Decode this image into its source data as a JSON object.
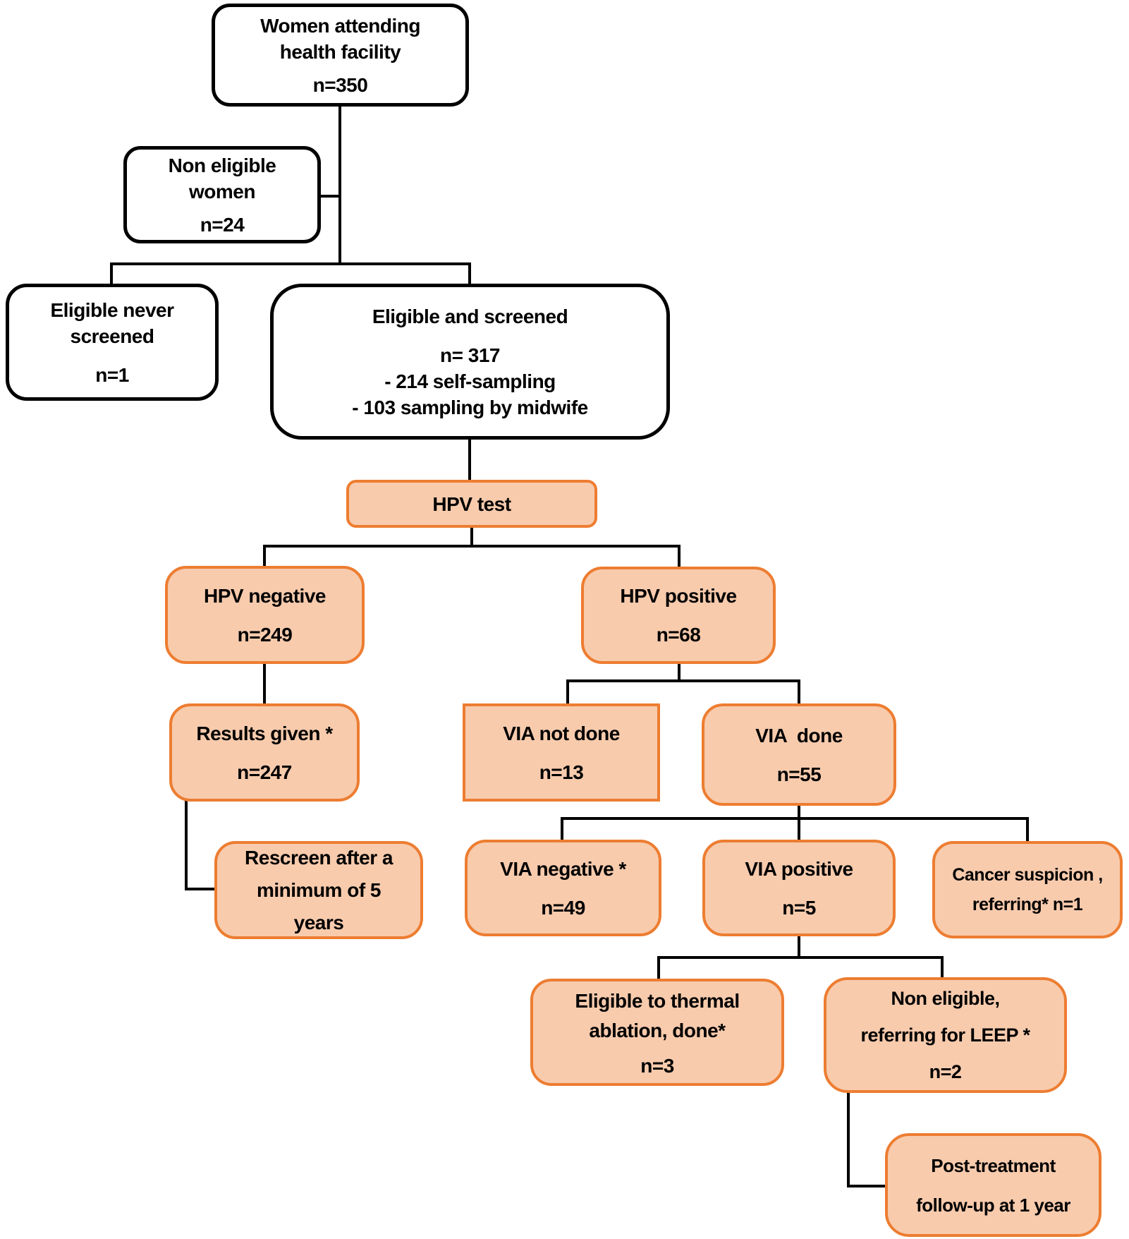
{
  "palette": {
    "node_fill": "#F8CBAD",
    "node_border": "#ED7D31",
    "plain_border": "#000000",
    "connector": "#000000",
    "background": "#FFFFFF",
    "text": "#000000"
  },
  "nodes": {
    "women": {
      "title_lines": [
        "Women attending",
        "health facility"
      ],
      "count": "n=350"
    },
    "non_eligible": {
      "title_lines": [
        "Non eligible",
        "women"
      ],
      "count": "n=24"
    },
    "eligible_never": {
      "title_lines": [
        "Eligible never",
        "screened"
      ],
      "count": "n=1"
    },
    "eligible_screened": {
      "title_lines": [
        "Eligible and screened"
      ],
      "count": "n= 317",
      "details": [
        "- 214 self-sampling",
        "- 103 sampling by midwife"
      ]
    },
    "hpv_test": {
      "title_lines": [
        "HPV test"
      ]
    },
    "hpv_negative": {
      "title_lines": [
        "HPV negative"
      ],
      "count": "n=249"
    },
    "hpv_positive": {
      "title_lines": [
        "HPV positive"
      ],
      "count": "n=68"
    },
    "results_given": {
      "title_lines": [
        "Results given *"
      ],
      "count": "n=247"
    },
    "via_not_done": {
      "title_lines": [
        "VIA not done"
      ],
      "count": "n=13"
    },
    "via_done": {
      "title_lines": [
        "VIA  done"
      ],
      "count": "n=55"
    },
    "rescreen": {
      "title_lines": [
        "Rescreen after a",
        "minimum of 5",
        "years"
      ]
    },
    "via_negative": {
      "title_lines": [
        "VIA negative *"
      ],
      "count": "n=49"
    },
    "via_positive": {
      "title_lines": [
        "VIA positive"
      ],
      "count": "n=5"
    },
    "cancer_suspicion": {
      "title_lines": [
        "Cancer suspicion ,",
        "referring* n=1"
      ]
    },
    "thermal_ablation": {
      "title_lines": [
        "Eligible to thermal",
        "ablation, done*"
      ],
      "count": "n=3"
    },
    "non_eligible_leep": {
      "title_lines": [
        "Non eligible,",
        "referring for LEEP *"
      ],
      "count": "n=2"
    },
    "post_treatment": {
      "title_lines": [
        "Post-treatment",
        "follow-up at 1 year"
      ]
    }
  }
}
